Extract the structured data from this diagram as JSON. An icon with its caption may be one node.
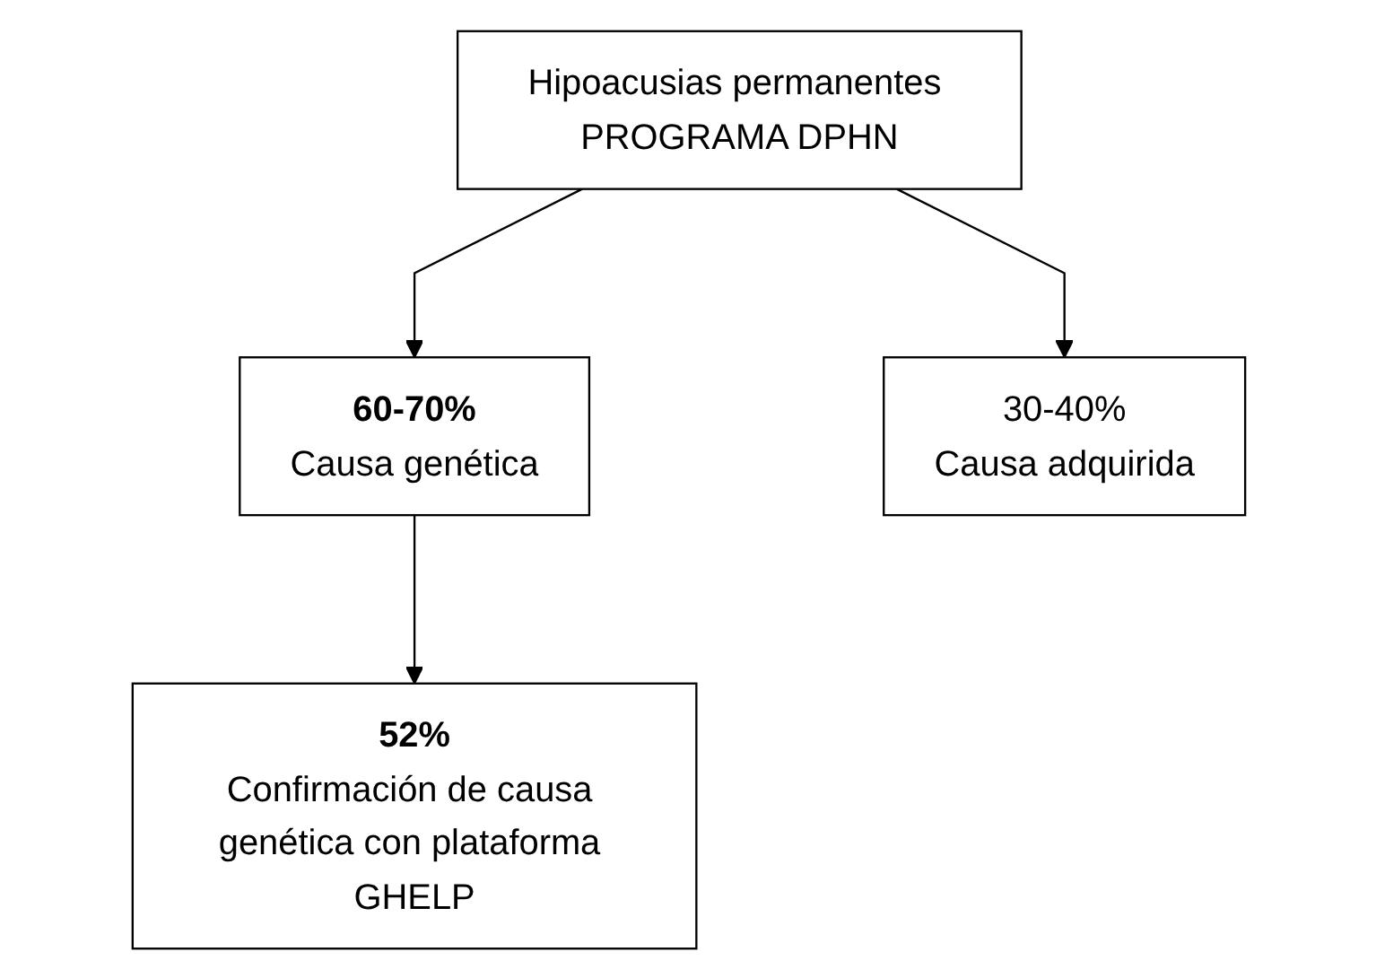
{
  "diagram": {
    "nodes": [
      {
        "text": [
          "Hipoacusias permanentes PROGRAMA DPHN"
        ]
      },
      {
        "text": [
          "60-70%",
          "Causa genética"
        ]
      },
      {
        "text": [
          "30-40%",
          "Causa adquirida"
        ]
      },
      {
        "text": [
          "52%",
          "Confirmación de causa genética con plataforma GHELP"
        ]
      }
    ],
    "edges": [
      {
        "from": 0,
        "to": 1,
        "arrow": "to"
      },
      {
        "from": 0,
        "to": 2,
        "arrow": "to"
      },
      {
        "from": 1,
        "to": 3,
        "arrow": "to"
      }
    ]
  }
}
